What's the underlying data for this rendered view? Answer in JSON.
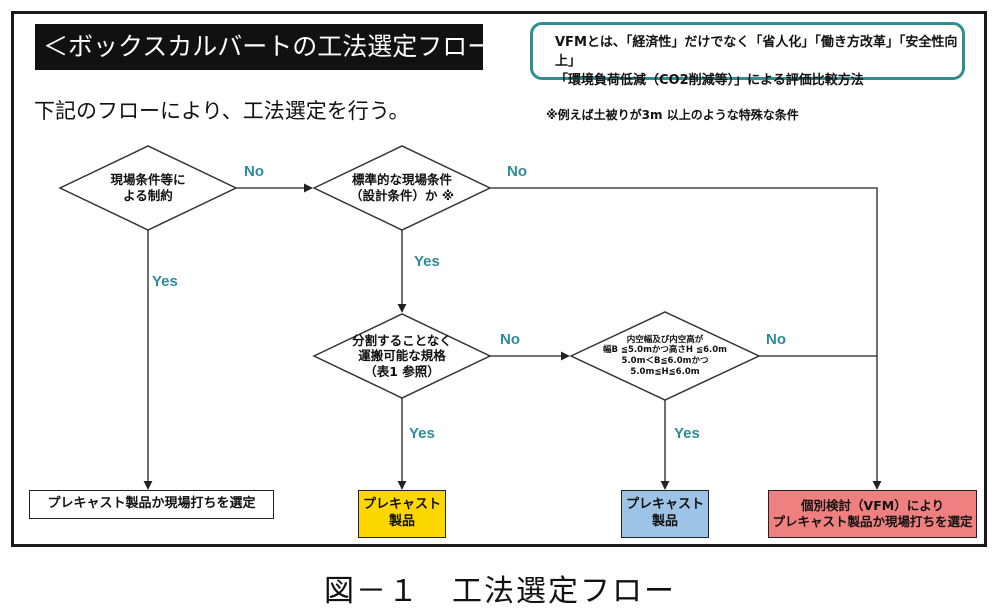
{
  "title": "＜ボックスカルバートの工法選定フロー＞",
  "vfm_note": {
    "line1": "VFMとは、「経済性」だけでなく「省人化」「働き方改革」「安全性向上」",
    "line2": "「環境負荷低減（CO2削減等）」による評価比較方法"
  },
  "lead_text": "下記のフローにより、工法選定を行う。",
  "special_note": "※例えば土被りが3m 以上のような特殊な条件",
  "decisions": {
    "d1": [
      "現場条件等に",
      "よる制約"
    ],
    "d2": [
      "標準的な現場条件",
      "（設計条件）か ※"
    ],
    "d3": [
      "分割することなく",
      "運搬可能な規格",
      "（表1 参照）"
    ],
    "d4": [
      "内空幅及び内空高が",
      "幅B ≦5.0mかつ高さH ≦6.0m",
      "5.0m＜B≦6.0mかつ",
      "5.0m≦H≦6.0m"
    ]
  },
  "branch_labels": {
    "no": "No",
    "yes": "Yes"
  },
  "results": {
    "r1": [
      "プレキャスト製品か現場打ちを選定"
    ],
    "r2": [
      "プレキャスト",
      "製品"
    ],
    "r3": [
      "プレキャスト",
      "製品"
    ],
    "r4": [
      "個別検討（VFM）により",
      "プレキャスト製品か現場打ちを選定"
    ]
  },
  "colors": {
    "label_teal": "#2e8b9a",
    "vfm_border": "#2f8f8f",
    "result_yellow": "#ffd700",
    "result_blue": "#9dc3e6",
    "result_red": "#f08080"
  },
  "caption": "図－１　工法選定フロー"
}
